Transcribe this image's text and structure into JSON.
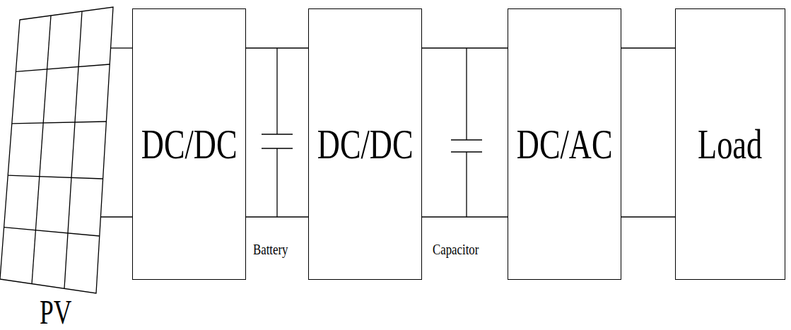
{
  "diagram": {
    "nodes": [
      {
        "text": [
          "DC/DC"
        ]
      },
      {
        "text": [
          "DC/DC"
        ]
      },
      {
        "text": [
          "DC/AC"
        ]
      },
      {
        "text": [
          "Load"
        ]
      }
    ],
    "edges": [
      {
        "from": 0,
        "to": 1,
        "arrow": "none"
      },
      {
        "from": 1,
        "to": 2,
        "arrow": "none"
      },
      {
        "from": 2,
        "to": 3,
        "arrow": "none"
      }
    ],
    "labels": [
      "PV",
      "Battery",
      "Capacitor"
    ]
  }
}
